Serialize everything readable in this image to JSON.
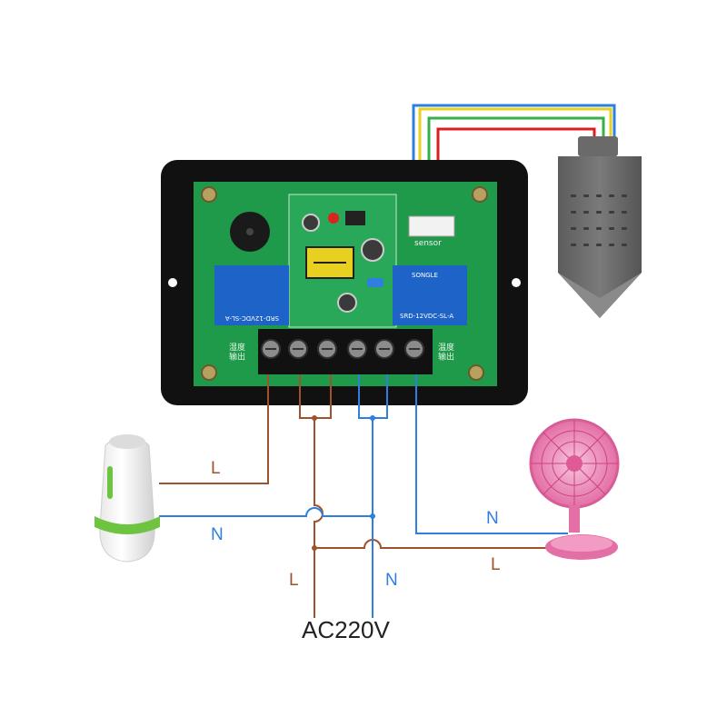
{
  "labels": {
    "sensor_port": "sensor",
    "relay_left": "SRD-12VDC-SL-A",
    "relay_right": "SRD-12VDC-SL-A",
    "relay_brand": "SONGLE",
    "terminal_left_cn": "湿度\n输出",
    "terminal_right_cn": "温度\n输出",
    "humidifier_live": "L",
    "humidifier_neutral": "N",
    "fan_neutral": "N",
    "fan_live": "L",
    "supply_live": "L",
    "supply_neutral": "N",
    "supply": "AC220V"
  },
  "colors": {
    "live_wire": "#a0522d",
    "neutral_wire": "#2f7fe0",
    "sensor_yellow": "#e8d020",
    "sensor_green": "#38b04a",
    "sensor_red": "#d92020",
    "sensor_blue": "#2f7fe0",
    "pcb": "#1f9a4a",
    "case": "#111111"
  },
  "icons": {
    "humidifier": "humidifier-icon",
    "fan": "fan-icon",
    "sensor_probe": "sensor-probe-icon",
    "buzzer": "buzzer-icon"
  }
}
